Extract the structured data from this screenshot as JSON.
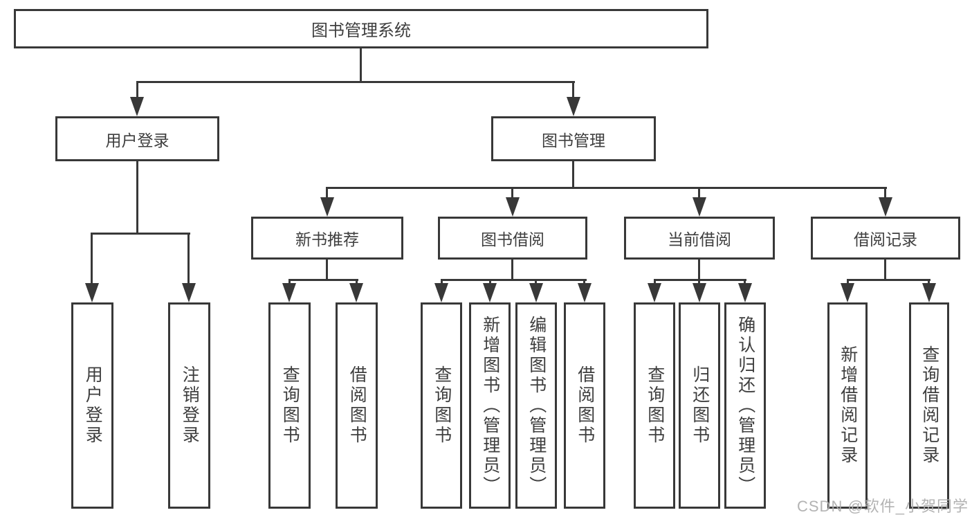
{
  "diagram": {
    "root": {
      "label": "图书管理系统"
    },
    "branches": [
      {
        "label": "用户登录",
        "children": [
          {
            "label": "用户登录"
          },
          {
            "label": "注销登录"
          }
        ]
      },
      {
        "label": "图书管理",
        "children": [
          {
            "label": "新书推荐",
            "children": [
              {
                "label": "查询图书"
              },
              {
                "label": "借阅图书"
              }
            ]
          },
          {
            "label": "图书借阅",
            "children": [
              {
                "label": "查询图书"
              },
              {
                "label": "新增图书（管理员）"
              },
              {
                "label": "编辑图书（管理员）"
              },
              {
                "label": "借阅图书"
              }
            ]
          },
          {
            "label": "当前借阅",
            "children": [
              {
                "label": "查询图书"
              },
              {
                "label": "归还图书"
              },
              {
                "label": "确认归还（管理员）"
              }
            ]
          },
          {
            "label": "借阅记录",
            "children": [
              {
                "label": "新增借阅记录"
              },
              {
                "label": "查询借阅记录"
              }
            ]
          }
        ]
      }
    ],
    "watermark": "CSDN @软件_小贺同学",
    "colors": {
      "line": "#383838",
      "text": "#3e3e3e",
      "background": "#ffffff",
      "watermark": "#acacac"
    }
  }
}
